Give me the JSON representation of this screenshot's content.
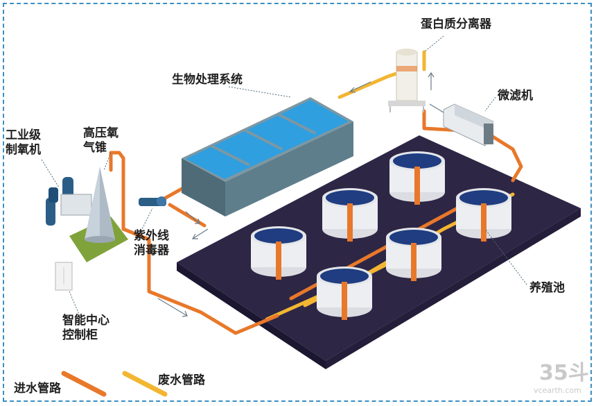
{
  "labels": {
    "protein_skimmer": "蛋白质分离器",
    "bio_system": "生物处理系统",
    "micro_filter": "微滤机",
    "oxygen_generator": "工业级制氧机",
    "oxygen_cone": "高压氧气锥",
    "uv_sterilizer": "紫外线消毒器",
    "control_cabinet": "智能中心控制柜",
    "aquaculture_pool": "养殖池"
  },
  "legend": {
    "inlet": "进水管路",
    "waste": "废水管路"
  },
  "watermark": {
    "logo": "35斗",
    "site": "vcearth.com"
  },
  "colors": {
    "inlet_pipe": "#e8782a",
    "waste_pipe": "#f2b632",
    "platform": "#2f2748",
    "frame": "#3a8fc4",
    "water": "#2f9fe0"
  }
}
